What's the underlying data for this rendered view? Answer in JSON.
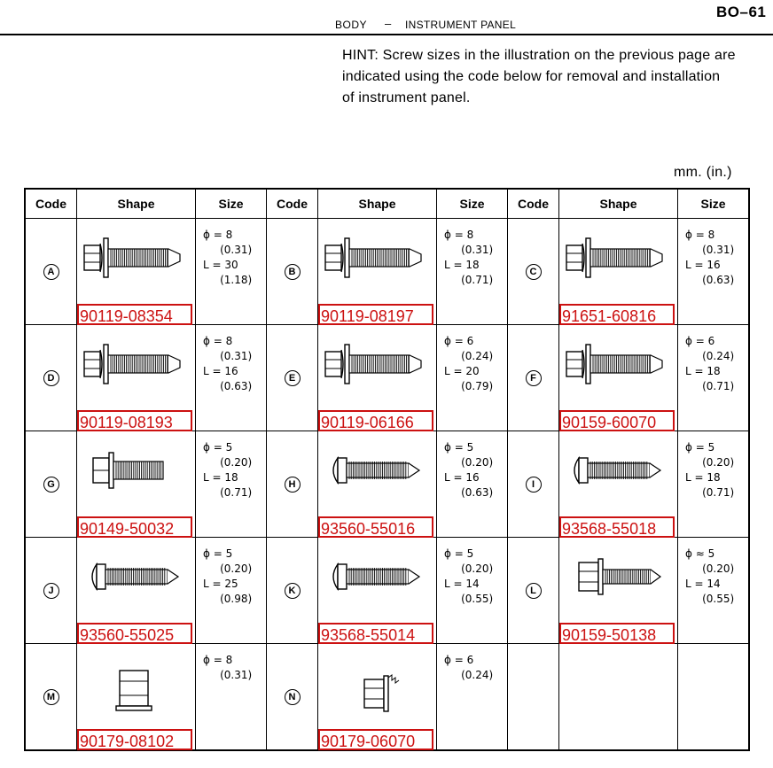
{
  "header": {
    "section": "BODY",
    "dash": "–",
    "subsection": "INSTRUMENT PANEL",
    "page": "BO–61"
  },
  "hint": {
    "line1": "HINT: Screw sizes in the illustration on the previous page are",
    "line2": "indicated  using the code below for removal and installation",
    "line3": "of instrument panel."
  },
  "unit": "mm. (in.)",
  "table": {
    "headers": {
      "code": "Code",
      "shape": "Shape",
      "size": "Size"
    },
    "items": [
      {
        "code": "A",
        "part": "90119-08354",
        "size": "ϕ = 8\n     (0.31)\nL = 30\n     (1.18)",
        "icon": "flange-bolt-washer-icon"
      },
      {
        "code": "B",
        "part": "90119-08197",
        "size": "ϕ = 8\n     (0.31)\nL = 18\n     (0.71)",
        "icon": "flange-bolt-washer-icon"
      },
      {
        "code": "C",
        "part": "91651-60816",
        "size": "ϕ = 8\n     (0.31)\nL = 16\n     (0.63)",
        "icon": "flange-bolt-washer-icon"
      },
      {
        "code": "D",
        "part": "90119-08193",
        "size": "ϕ = 8\n     (0.31)\nL = 16\n     (0.63)",
        "icon": "flange-bolt-washer-icon"
      },
      {
        "code": "E",
        "part": "90119-06166",
        "size": "ϕ = 6\n     (0.24)\nL = 20\n     (0.79)",
        "icon": "flange-bolt-washer-icon"
      },
      {
        "code": "F",
        "part": "90159-60070",
        "size": "ϕ = 6\n     (0.24)\nL = 18\n     (0.71)",
        "icon": "flange-bolt-washer-icon"
      },
      {
        "code": "G",
        "part": "90149-50032",
        "size": "ϕ = 5\n     (0.20)\nL = 18\n     (0.71)",
        "icon": "hex-bolt-washer-icon"
      },
      {
        "code": "H",
        "part": "93560-55016",
        "size": "ϕ = 5\n     (0.20)\nL = 16\n     (0.63)",
        "icon": "tapping-screw-icon"
      },
      {
        "code": "I",
        "part": "93568-55018",
        "size": "ϕ = 5\n     (0.20)\nL = 18\n     (0.71)",
        "icon": "tapping-screw-icon"
      },
      {
        "code": "J",
        "part": "93560-55025",
        "size": "ϕ = 5\n     (0.20)\nL = 25\n     (0.98)",
        "icon": "tapping-screw-icon"
      },
      {
        "code": "K",
        "part": "93568-55014",
        "size": "ϕ = 5\n     (0.20)\nL = 14\n     (0.55)",
        "icon": "tapping-screw-icon"
      },
      {
        "code": "L",
        "part": "90159-50138",
        "size": "ϕ ≈ 5\n     (0.20)\nL = 14\n     (0.55)",
        "icon": "flange-bolt-icon"
      },
      {
        "code": "M",
        "part": "90179-08102",
        "size": "ϕ = 8\n     (0.31)",
        "icon": "flange-nut-icon"
      },
      {
        "code": "N",
        "part": "90179-06070",
        "size": "ϕ = 6\n     (0.24)",
        "icon": "serrated-nut-icon"
      }
    ]
  }
}
